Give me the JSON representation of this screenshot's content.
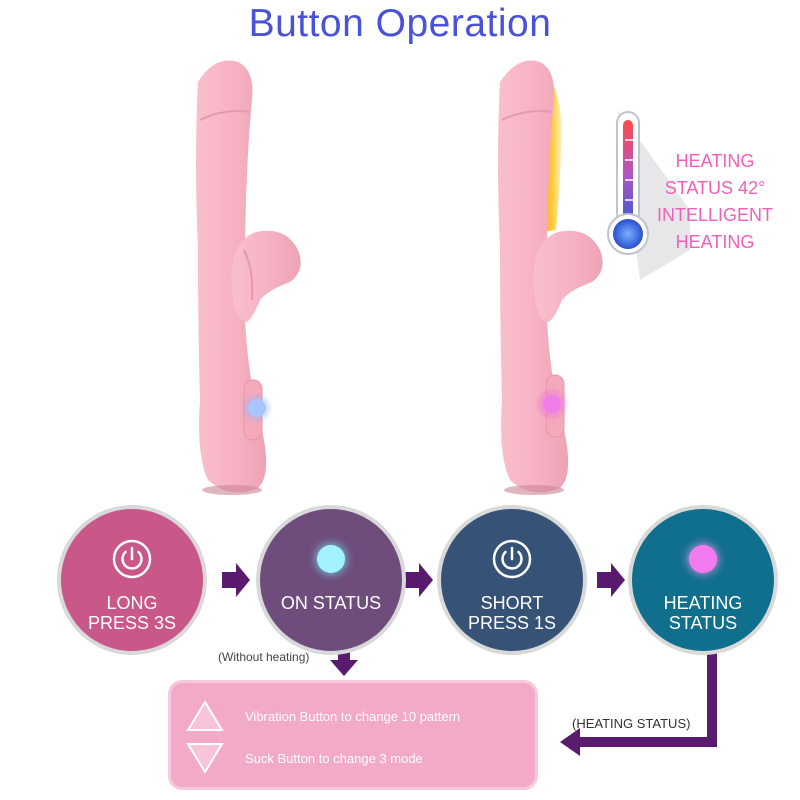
{
  "page_title": "Button Operation",
  "heating_note": [
    "HEATING",
    "STATUS 42°",
    "INTELLIGENT",
    "HEATING"
  ],
  "steps": [
    {
      "label": "LONG\nPRESS 3S",
      "icon": "power-icon",
      "color": "#c9578a"
    },
    {
      "label": "ON STATUS",
      "icon": "blue-light-dot",
      "color": "#6e4c7c"
    },
    {
      "label": "SHORT\nPRESS 1S",
      "icon": "power-icon",
      "color": "#365276"
    },
    {
      "label": "HEATING\nSTATUS",
      "icon": "pink-light-dot",
      "color": "#0f6f8c"
    }
  ],
  "without_heating_note": "(Without heating)",
  "heating_status_note": "(HEATING STATUS)",
  "functions": [
    {
      "icon": "triangle-up-icon",
      "text": "Vibration Button to change 10 pattern"
    },
    {
      "icon": "triangle-down-icon",
      "text": "Suck Button to change 3 mode"
    }
  ],
  "colors": {
    "title": "#4a52d8",
    "heating_text": "#f060b8",
    "arrow": "#5a1a6e",
    "panel": "#f2aac8",
    "product_pink": "#f7b6c6"
  }
}
